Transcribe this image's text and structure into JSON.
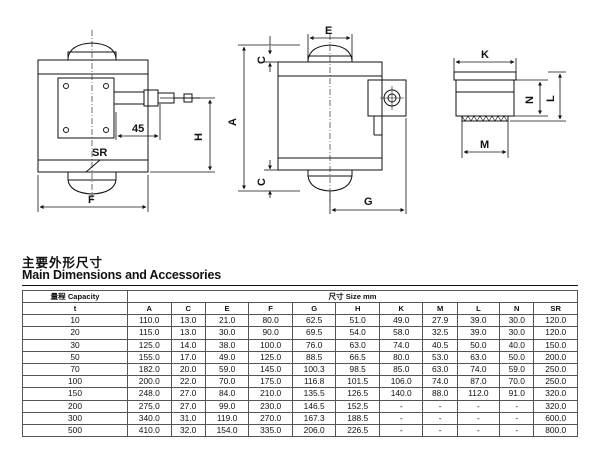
{
  "heading": {
    "chinese": "主要外形尺寸",
    "english": "Main Dimensions and Accessories"
  },
  "drawing_labels": {
    "front": {
      "f": "F",
      "sr": "SR",
      "dim45": "45",
      "h": "H"
    },
    "side": {
      "a": "A",
      "c_top": "C",
      "c_bottom": "C",
      "e": "E",
      "g": "G"
    },
    "connector": {
      "k": "K",
      "n": "N",
      "l": "L",
      "m": "M"
    }
  },
  "table": {
    "capacity_header": "量程 Capacity",
    "size_header": "尺寸 Size mm",
    "unit": "t",
    "columns": [
      "A",
      "C",
      "E",
      "F",
      "G",
      "H",
      "K",
      "M",
      "L",
      "N",
      "SR"
    ],
    "rows": [
      {
        "cap": "10",
        "vals": [
          "110.0",
          "13.0",
          "21.0",
          "80.0",
          "62.5",
          "51.0",
          "49.0",
          "27.9",
          "39.0",
          "30.0",
          "120.0"
        ]
      },
      {
        "cap": "20",
        "vals": [
          "115.0",
          "13.0",
          "30.0",
          "90.0",
          "69.5",
          "54.0",
          "58.0",
          "32.5",
          "39.0",
          "30.0",
          "120.0"
        ]
      },
      {
        "cap": "30",
        "vals": [
          "125.0",
          "14.0",
          "38.0",
          "100.0",
          "76.0",
          "63.0",
          "74.0",
          "40.5",
          "50.0",
          "40.0",
          "150.0"
        ]
      },
      {
        "cap": "50",
        "vals": [
          "155.0",
          "17.0",
          "49.0",
          "125.0",
          "88.5",
          "66.5",
          "80.0",
          "53.0",
          "63.0",
          "50.0",
          "200.0"
        ]
      },
      {
        "cap": "70",
        "vals": [
          "182.0",
          "20.0",
          "59.0",
          "145.0",
          "100.3",
          "98.5",
          "85.0",
          "63.0",
          "74.0",
          "59.0",
          "250.0"
        ]
      },
      {
        "cap": "100",
        "vals": [
          "200.0",
          "22.0",
          "70.0",
          "175.0",
          "116.8",
          "101.5",
          "106.0",
          "74.0",
          "87.0",
          "70.0",
          "250.0"
        ]
      },
      {
        "cap": "150",
        "vals": [
          "248.0",
          "27.0",
          "84.0",
          "210.0",
          "135.5",
          "126.5",
          "140.0",
          "88.0",
          "112.0",
          "91.0",
          "320.0"
        ]
      },
      {
        "cap": "200",
        "vals": [
          "275.0",
          "27.0",
          "99.0",
          "230.0",
          "146.5",
          "152.5",
          "-",
          "-",
          "-",
          "-",
          "320.0"
        ]
      },
      {
        "cap": "300",
        "vals": [
          "340.0",
          "31.0",
          "119.0",
          "270.0",
          "167.3",
          "188.5",
          "-",
          "-",
          "-",
          "-",
          "600.0"
        ]
      },
      {
        "cap": "500",
        "vals": [
          "410.0",
          "32.0",
          "154.0",
          "335.0",
          "206.0",
          "226.5",
          "-",
          "-",
          "-",
          "-",
          "800.0"
        ]
      }
    ]
  }
}
